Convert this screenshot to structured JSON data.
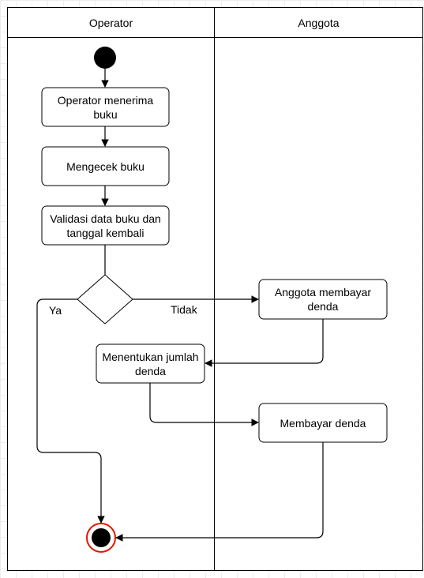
{
  "lanes": [
    {
      "title": "Operator"
    },
    {
      "title": "Anggota"
    }
  ],
  "nodes": {
    "operator_menerima": "Operator menerima\nbuku",
    "mengecek": "Mengecek buku",
    "validasi": "Validasi data buku dan\ntanggal kembali",
    "menentukan": "Menentukan jumlah\ndenda",
    "anggota_membayar": "Anggota membayar\ndenda",
    "membayar": "Membayar denda"
  },
  "edge_labels": {
    "ya": "Ya",
    "tidak": "Tidak"
  },
  "colors": {
    "line": "#000000",
    "final_ring": "#e51400",
    "fill": "#ffffff",
    "grid": "#ececec"
  }
}
